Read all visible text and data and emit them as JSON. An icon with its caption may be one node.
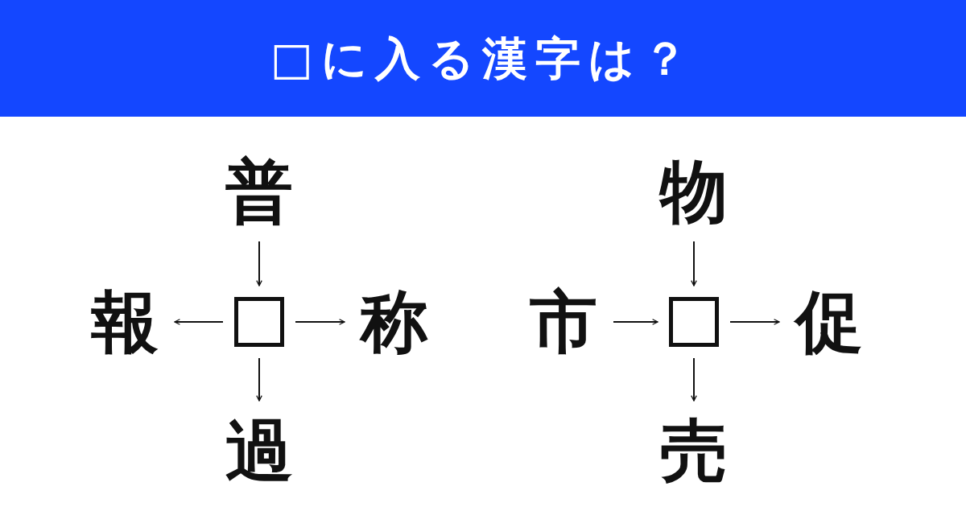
{
  "diagram": {
    "title": "□に入る漢字は？",
    "nodes": [
      {
        "text": [
          "普"
        ]
      },
      {
        "text": [
          "報"
        ]
      },
      {
        "text": [],
        "shape": "box"
      },
      {
        "text": [
          "称"
        ]
      },
      {
        "text": [
          "過"
        ]
      },
      {
        "text": [
          "物"
        ]
      },
      {
        "text": [
          "市"
        ]
      },
      {
        "text": [],
        "shape": "box"
      },
      {
        "text": [
          "促"
        ]
      },
      {
        "text": [
          "売"
        ]
      }
    ],
    "edges": [
      {
        "from": 0,
        "to": 2,
        "arrow": "to"
      },
      {
        "from": 2,
        "to": 1,
        "arrow": "to"
      },
      {
        "from": 2,
        "to": 3,
        "arrow": "to"
      },
      {
        "from": 2,
        "to": 4,
        "arrow": "to"
      },
      {
        "from": 5,
        "to": 7,
        "arrow": "to"
      },
      {
        "from": 6,
        "to": 7,
        "arrow": "to"
      },
      {
        "from": 7,
        "to": 8,
        "arrow": "to"
      },
      {
        "from": 7,
        "to": 9,
        "arrow": "to"
      }
    ]
  }
}
